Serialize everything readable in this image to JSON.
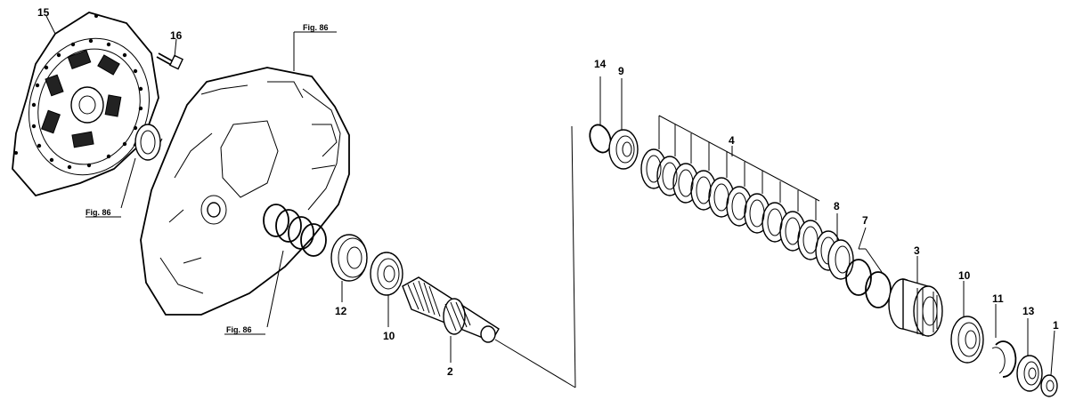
{
  "part_labels": {
    "p15": "15",
    "p16": "16",
    "p14": "14",
    "p9": "9",
    "p4": "4",
    "p8": "8",
    "p7": "7",
    "p3": "3",
    "p10a": "10",
    "p10b": "10",
    "p11": "11",
    "p13": "13",
    "p1": "1",
    "p12": "12",
    "p2": "2"
  },
  "figure_refs": {
    "top": "Fig. 86",
    "left": "Fig. 86",
    "bottom": "Fig. 86"
  },
  "colors": {
    "line": "#000000",
    "background": "#ffffff"
  }
}
